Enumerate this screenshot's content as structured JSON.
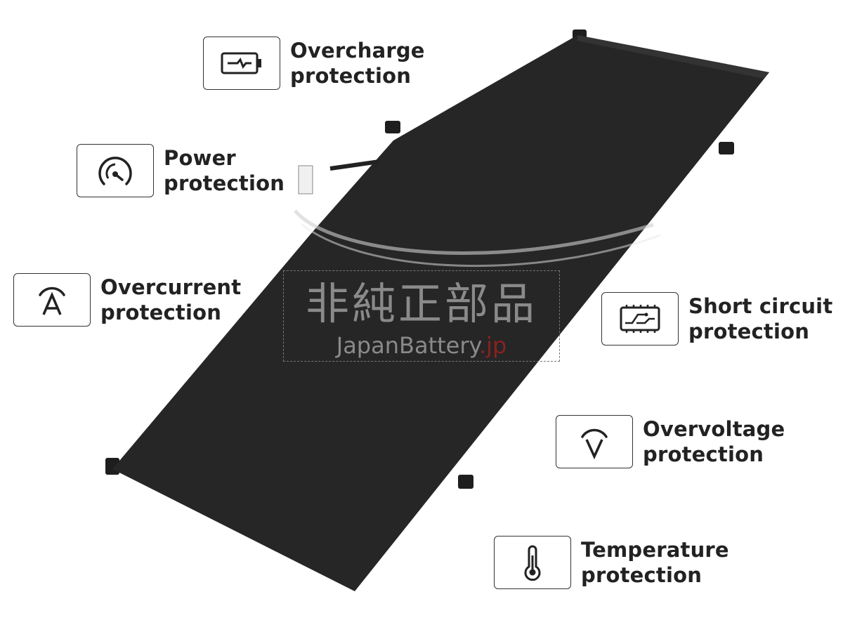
{
  "features": [
    {
      "icon": "battery-charge-icon",
      "line1": "Overcharge",
      "line2": "protection"
    },
    {
      "icon": "gauge-icon",
      "line1": "Power",
      "line2": "protection"
    },
    {
      "icon": "ampere-icon",
      "line1": "Overcurrent",
      "line2": "protection"
    },
    {
      "icon": "circuit-icon",
      "line1": "Short circuit",
      "line2": "protection"
    },
    {
      "icon": "voltage-icon",
      "line1": "Overvoltage",
      "line2": "protection"
    },
    {
      "icon": "thermometer-icon",
      "line1": "Temperature",
      "line2": "protection"
    }
  ],
  "watermark": {
    "title": "非純正部品",
    "brand": "JapanBattery",
    "suffix": ".jp"
  },
  "colors": {
    "battery": "#232323",
    "text": "#222222",
    "watermark_accent": "#8a2020"
  }
}
